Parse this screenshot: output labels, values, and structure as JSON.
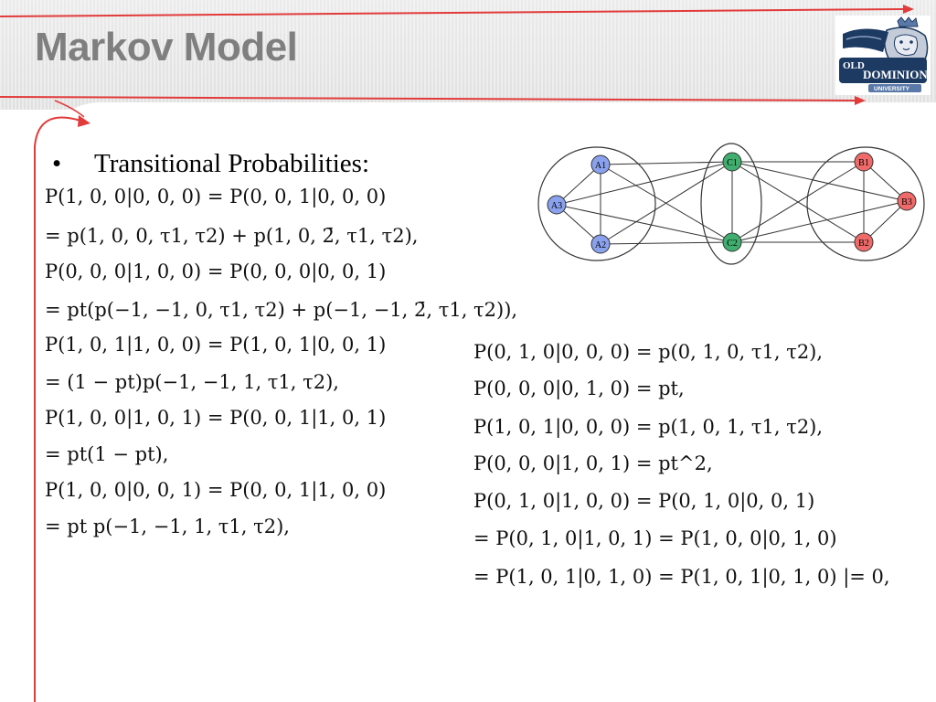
{
  "slide": {
    "title": "Markov Model",
    "bullet": "Transitional Probabilities:",
    "logo": {
      "text_line1": "OLD",
      "text_line2": "DOMINION",
      "text_line3": "UNIVERSITY",
      "icon": "lion-mascot-logo"
    }
  },
  "colors": {
    "title": "#7f7f7f",
    "accent_red": "#e23b3b",
    "node_blue": "#8aa2ee",
    "node_green": "#3fae6e",
    "node_red": "#f06a6a",
    "logo_navy": "#1d3a63"
  },
  "graph": {
    "nodes": {
      "A1": "A1",
      "A2": "A2",
      "A3": "A3",
      "C1": "C1",
      "C2": "C2",
      "B1": "B1",
      "B2": "B2",
      "B3": "B3"
    }
  },
  "equations": {
    "left": [
      "P(1, 0, 0|0, 0, 0) = P(0, 0, 1|0, 0, 0)",
      "= p(1, 0, 0, τ1, τ2) + p(1, 0, 2̄, τ1, τ2),",
      "P(0, 0, 0|1, 0, 0) = P(0, 0, 0|0, 0, 1)",
      "= pt(p(−1, −1, 0, τ1, τ2) + p(−1, −1, 2̄, τ1, τ2)),",
      "P(1, 0, 1|1, 0, 0) = P(1, 0, 1|0, 0, 1)",
      "= (1 − pt)p(−1, −1, 1, τ1, τ2),",
      "P(1, 0, 0|1, 0, 1) = P(0, 0, 1|1, 0, 1)",
      "= pt(1 − pt),",
      "P(1, 0, 0|0, 0, 1) = P(0, 0, 1|1, 0, 0)",
      "= pt p(−1, −1, 1, τ1, τ2),"
    ],
    "right": [
      "P(0, 1, 0|0, 0, 0) = p(0, 1, 0, τ1, τ2),",
      "P(0, 0, 0|0, 1, 0) = pt,",
      "P(1, 0, 1|0, 0, 0) = p(1, 0, 1, τ1, τ2),",
      "P(0, 0, 0|1, 0, 1) = pt^2,",
      "P(0, 1, 0|1, 0, 0) = P(0, 1, 0|0, 0, 1)",
      "= P(0, 1, 0|1, 0, 1) = P(1, 0, 0|0, 1, 0)",
      "= P(1, 0, 1|0, 1, 0) = P(1, 0, 1|0, 1, 0) |= 0,"
    ]
  }
}
